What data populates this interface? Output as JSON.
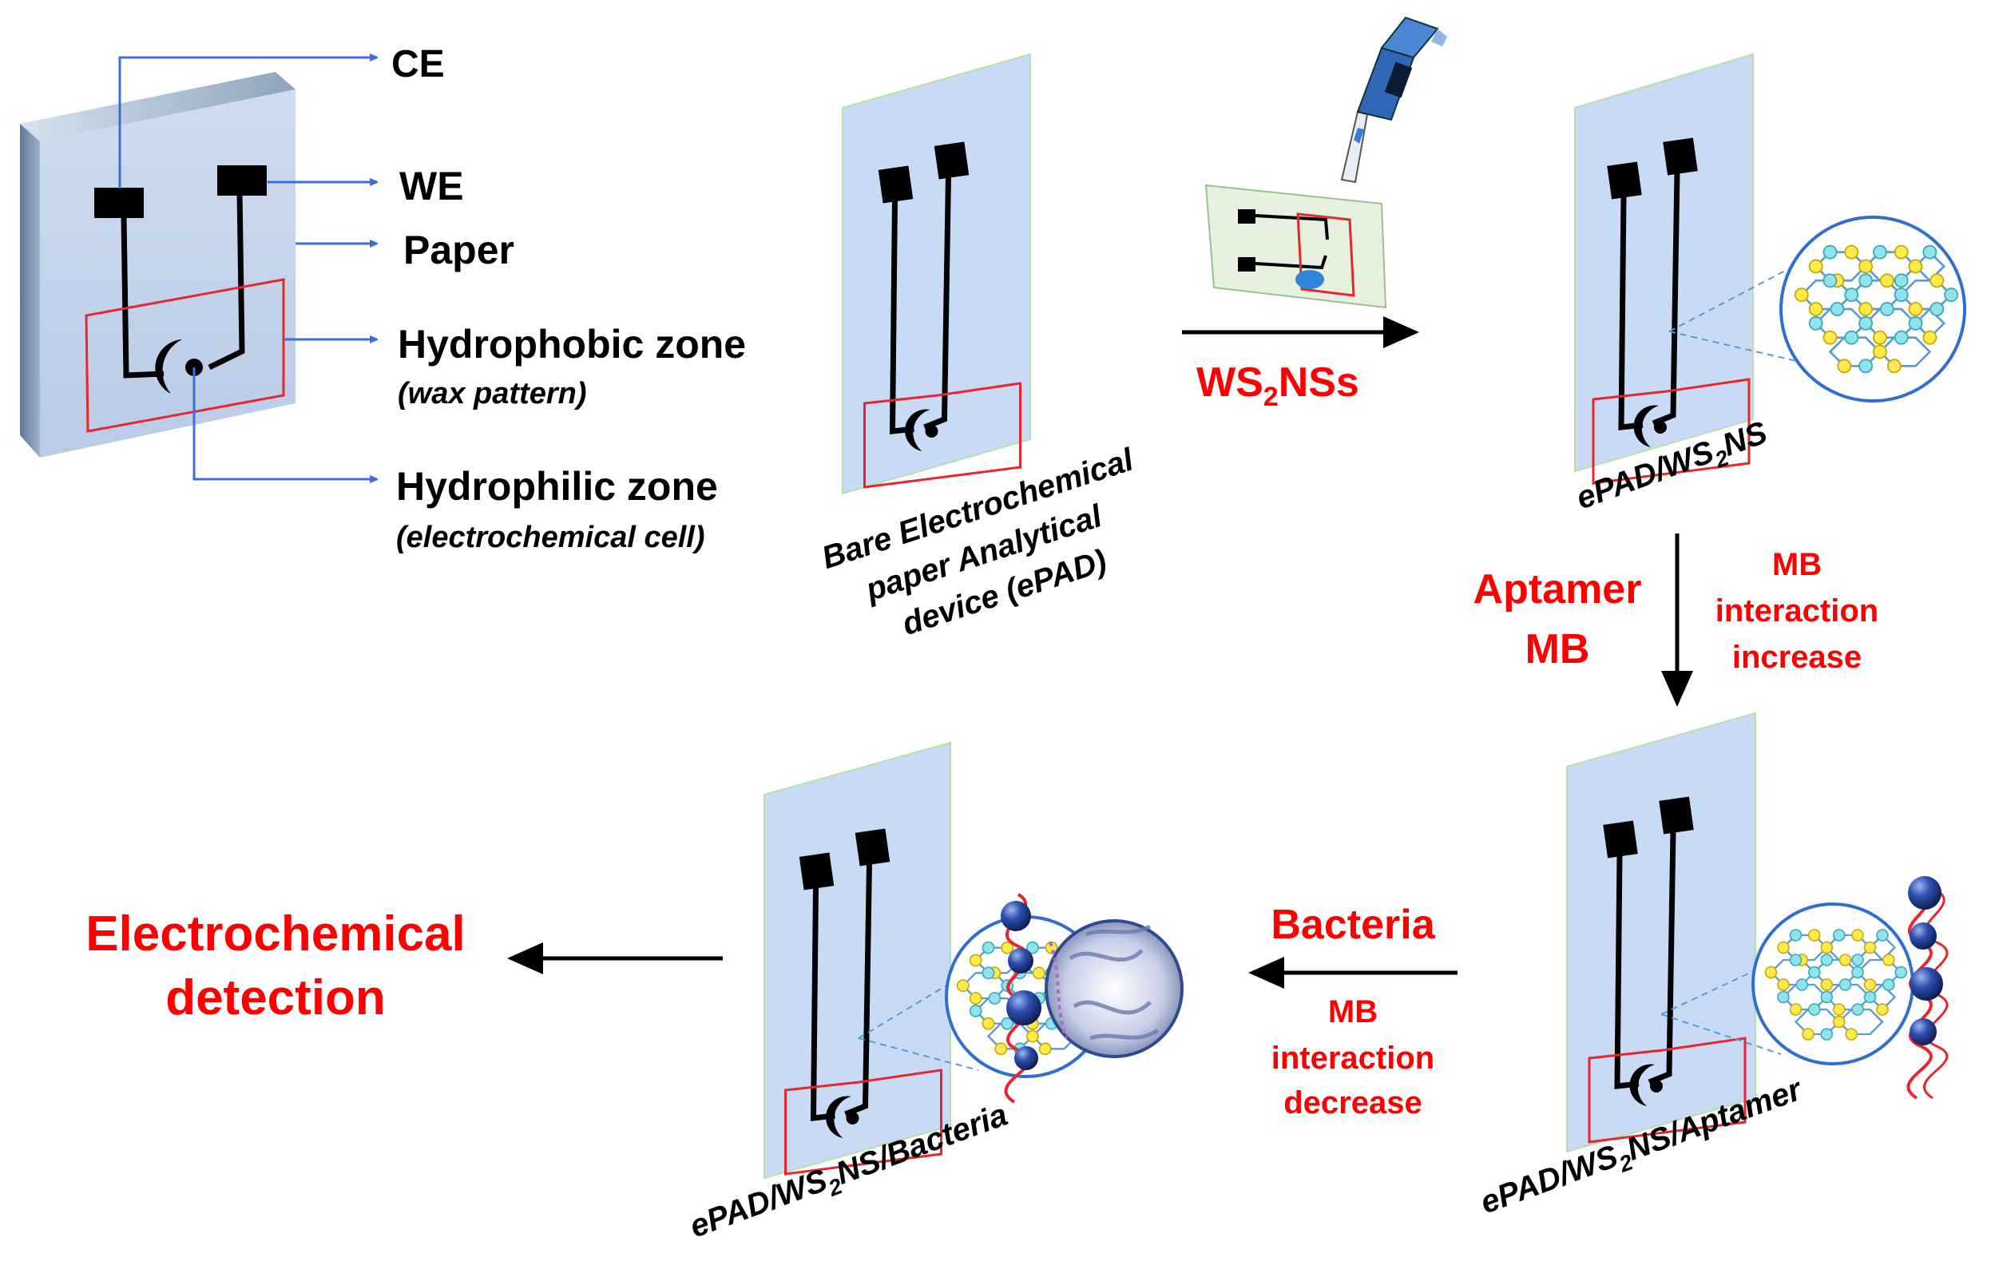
{
  "legend": {
    "ce": "CE",
    "we": "WE",
    "paper": "Paper",
    "hydrophobic": "Hydrophobic zone",
    "hydrophobic_note": "(wax pattern)",
    "hydrophilic": "Hydrophilic zone",
    "hydrophilic_note": "(electrochemical cell)"
  },
  "bare_device": {
    "line1": "Bare Electrochemical",
    "line2": "paper Analytical",
    "line3": "device (ePAD)"
  },
  "step_ws2": {
    "main": "WS",
    "sub": "2",
    "tail": "NSs"
  },
  "device_ws2": {
    "a": "ePAD/WS",
    "sub": "2",
    "b": "NS"
  },
  "step_aptamer": {
    "line1": "Aptamer",
    "line2": "MB",
    "note1": "MB",
    "note2": "interaction",
    "note3": "increase"
  },
  "device_aptamer": {
    "a": "ePAD/WS",
    "sub": "2",
    "b": "NS/Aptamer"
  },
  "step_bacteria": {
    "label": "Bacteria",
    "note1": "MB",
    "note2": "interaction",
    "note3": "decrease"
  },
  "device_bacteria": {
    "a": "ePAD/WS",
    "sub": "2",
    "b": "NS/Bacteria"
  },
  "result": {
    "line1": "Electrochemical",
    "line2": "detection"
  },
  "colors": {
    "panel": "#c9daf7",
    "highlight_red": "#ff0000",
    "leader_blue": "#3b6fd4",
    "ws2_yellow": "#ffe94d",
    "ws2_cyan": "#8fe3ec",
    "mb_sphere": "#1f3c8f"
  }
}
